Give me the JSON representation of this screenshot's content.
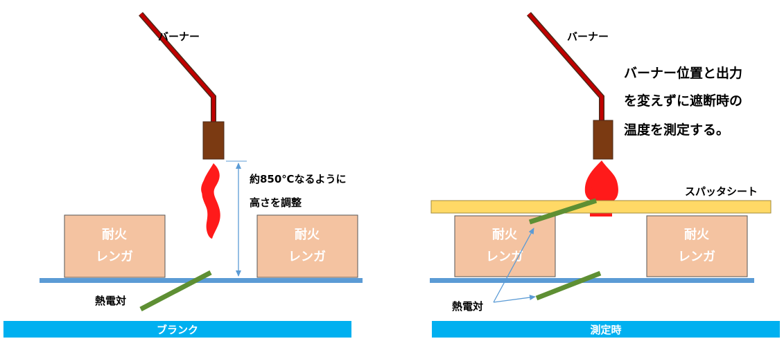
{
  "colors": {
    "burner_pipe": "#C00000",
    "burner_pipe_edge": "#4A2A1A",
    "burner_nozzle": "#7B3A12",
    "flame": "#FF1A1A",
    "brick_fill": "#F4C3A1",
    "brick_edge": "#555555",
    "brick_text": "#FFFFFF",
    "floor": "#5B9BD5",
    "thermocouple": "#5E8F33",
    "sheet_fill": "#FFD966",
    "sheet_edge": "#A08A3C",
    "arrow": "#5B9BD5",
    "caption_bar": "#00B0F0",
    "text": "#000000"
  },
  "left_panel": {
    "burner_label": "バーナー",
    "height_note_line1": "約850℃なるように",
    "height_note_line2": "高さを調整",
    "brick_left_line1": "耐火",
    "brick_left_line2": "レンガ",
    "brick_right_line1": "耐火",
    "brick_right_line2": "レンガ",
    "thermocouple_label": "熱電対",
    "caption": "ブランク"
  },
  "right_panel": {
    "burner_label": "バーナー",
    "note_line1": "バーナー位置と出力",
    "note_line2": "を変えずに遮断時の",
    "note_line3": "温度を測定する。",
    "sheet_label": "スパッタシート",
    "brick_left_line1": "耐火",
    "brick_left_line2": "レンガ",
    "brick_right_line1": "耐火",
    "brick_right_line2": "レンガ",
    "thermocouple_label": "熱電対",
    "caption": "測定時"
  }
}
